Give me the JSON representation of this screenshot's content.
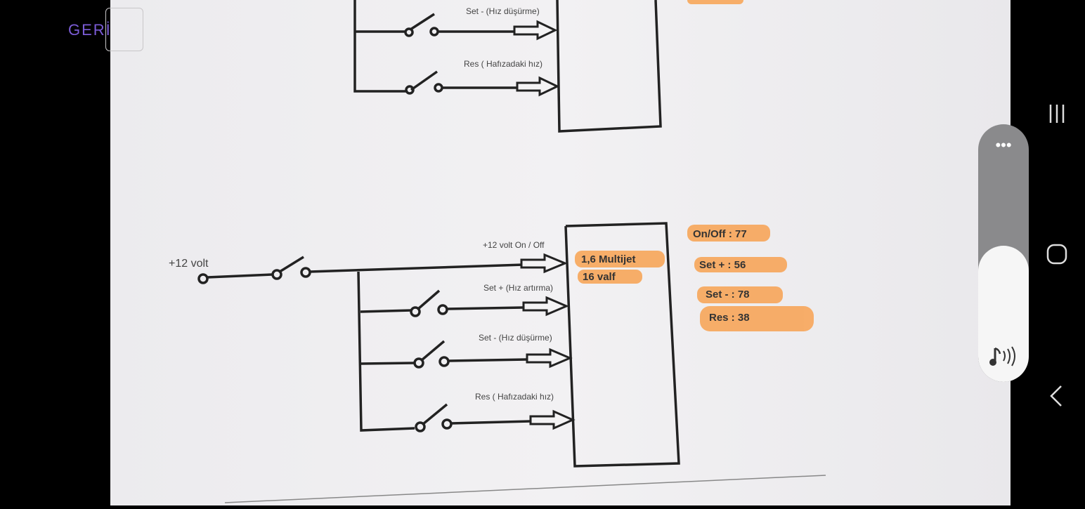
{
  "back_button": {
    "label": "GERİ"
  },
  "diagram": {
    "top": {
      "set_minus_label": "Set - (Hız düşürme)",
      "res_label": "Res ( Hafızadaki hız)"
    },
    "bottom": {
      "supply_label": "+12 volt",
      "on_off_label": "+12 volt On / Off",
      "set_plus_label": "Set + (Hız artırma)",
      "set_minus_label": "Set - (Hız düşürme)",
      "res_label": "Res ( Hafızadaki hız)",
      "module_line1": "1,6 Multijet",
      "module_line2": "16 valf",
      "codes": [
        "On/Off : 77",
        "Set + :  56",
        "Set - :  78",
        "Res :   38"
      ]
    },
    "highlight_color": "#f7a65a"
  },
  "volume_panel": {
    "more_icon": "•••",
    "level_percent": 53
  },
  "nav_bar": {
    "recent": "recent-apps-icon",
    "home": "home-icon",
    "back": "back-icon"
  }
}
